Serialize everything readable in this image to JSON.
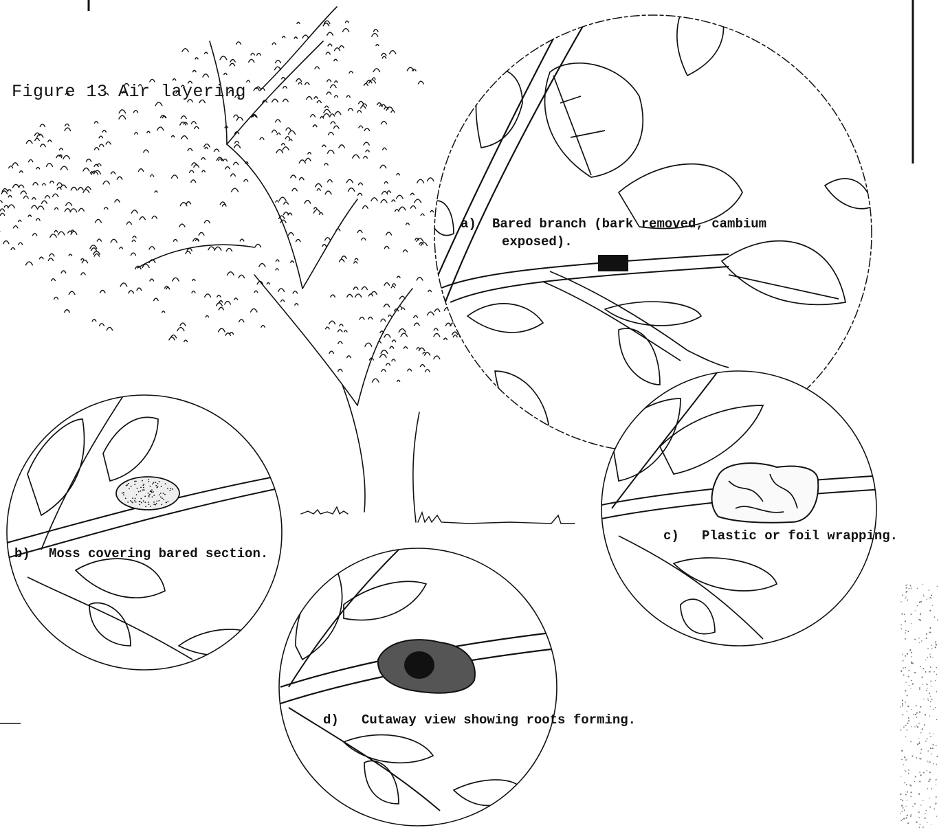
{
  "figure": {
    "title": "Figure 13  Air layering",
    "panels": [
      {
        "key": "a)",
        "caption_line1": "Bared branch (bark removed, cambium",
        "caption_line2": "exposed)."
      },
      {
        "key": "b)",
        "caption": "Moss covering bared section."
      },
      {
        "key": "c)",
        "caption": "Plastic or foil wrapping."
      },
      {
        "key": "d)",
        "caption": "Cutaway view showing roots forming."
      }
    ]
  },
  "colors": {
    "ink": "#111111",
    "paper": "#ffffff"
  }
}
